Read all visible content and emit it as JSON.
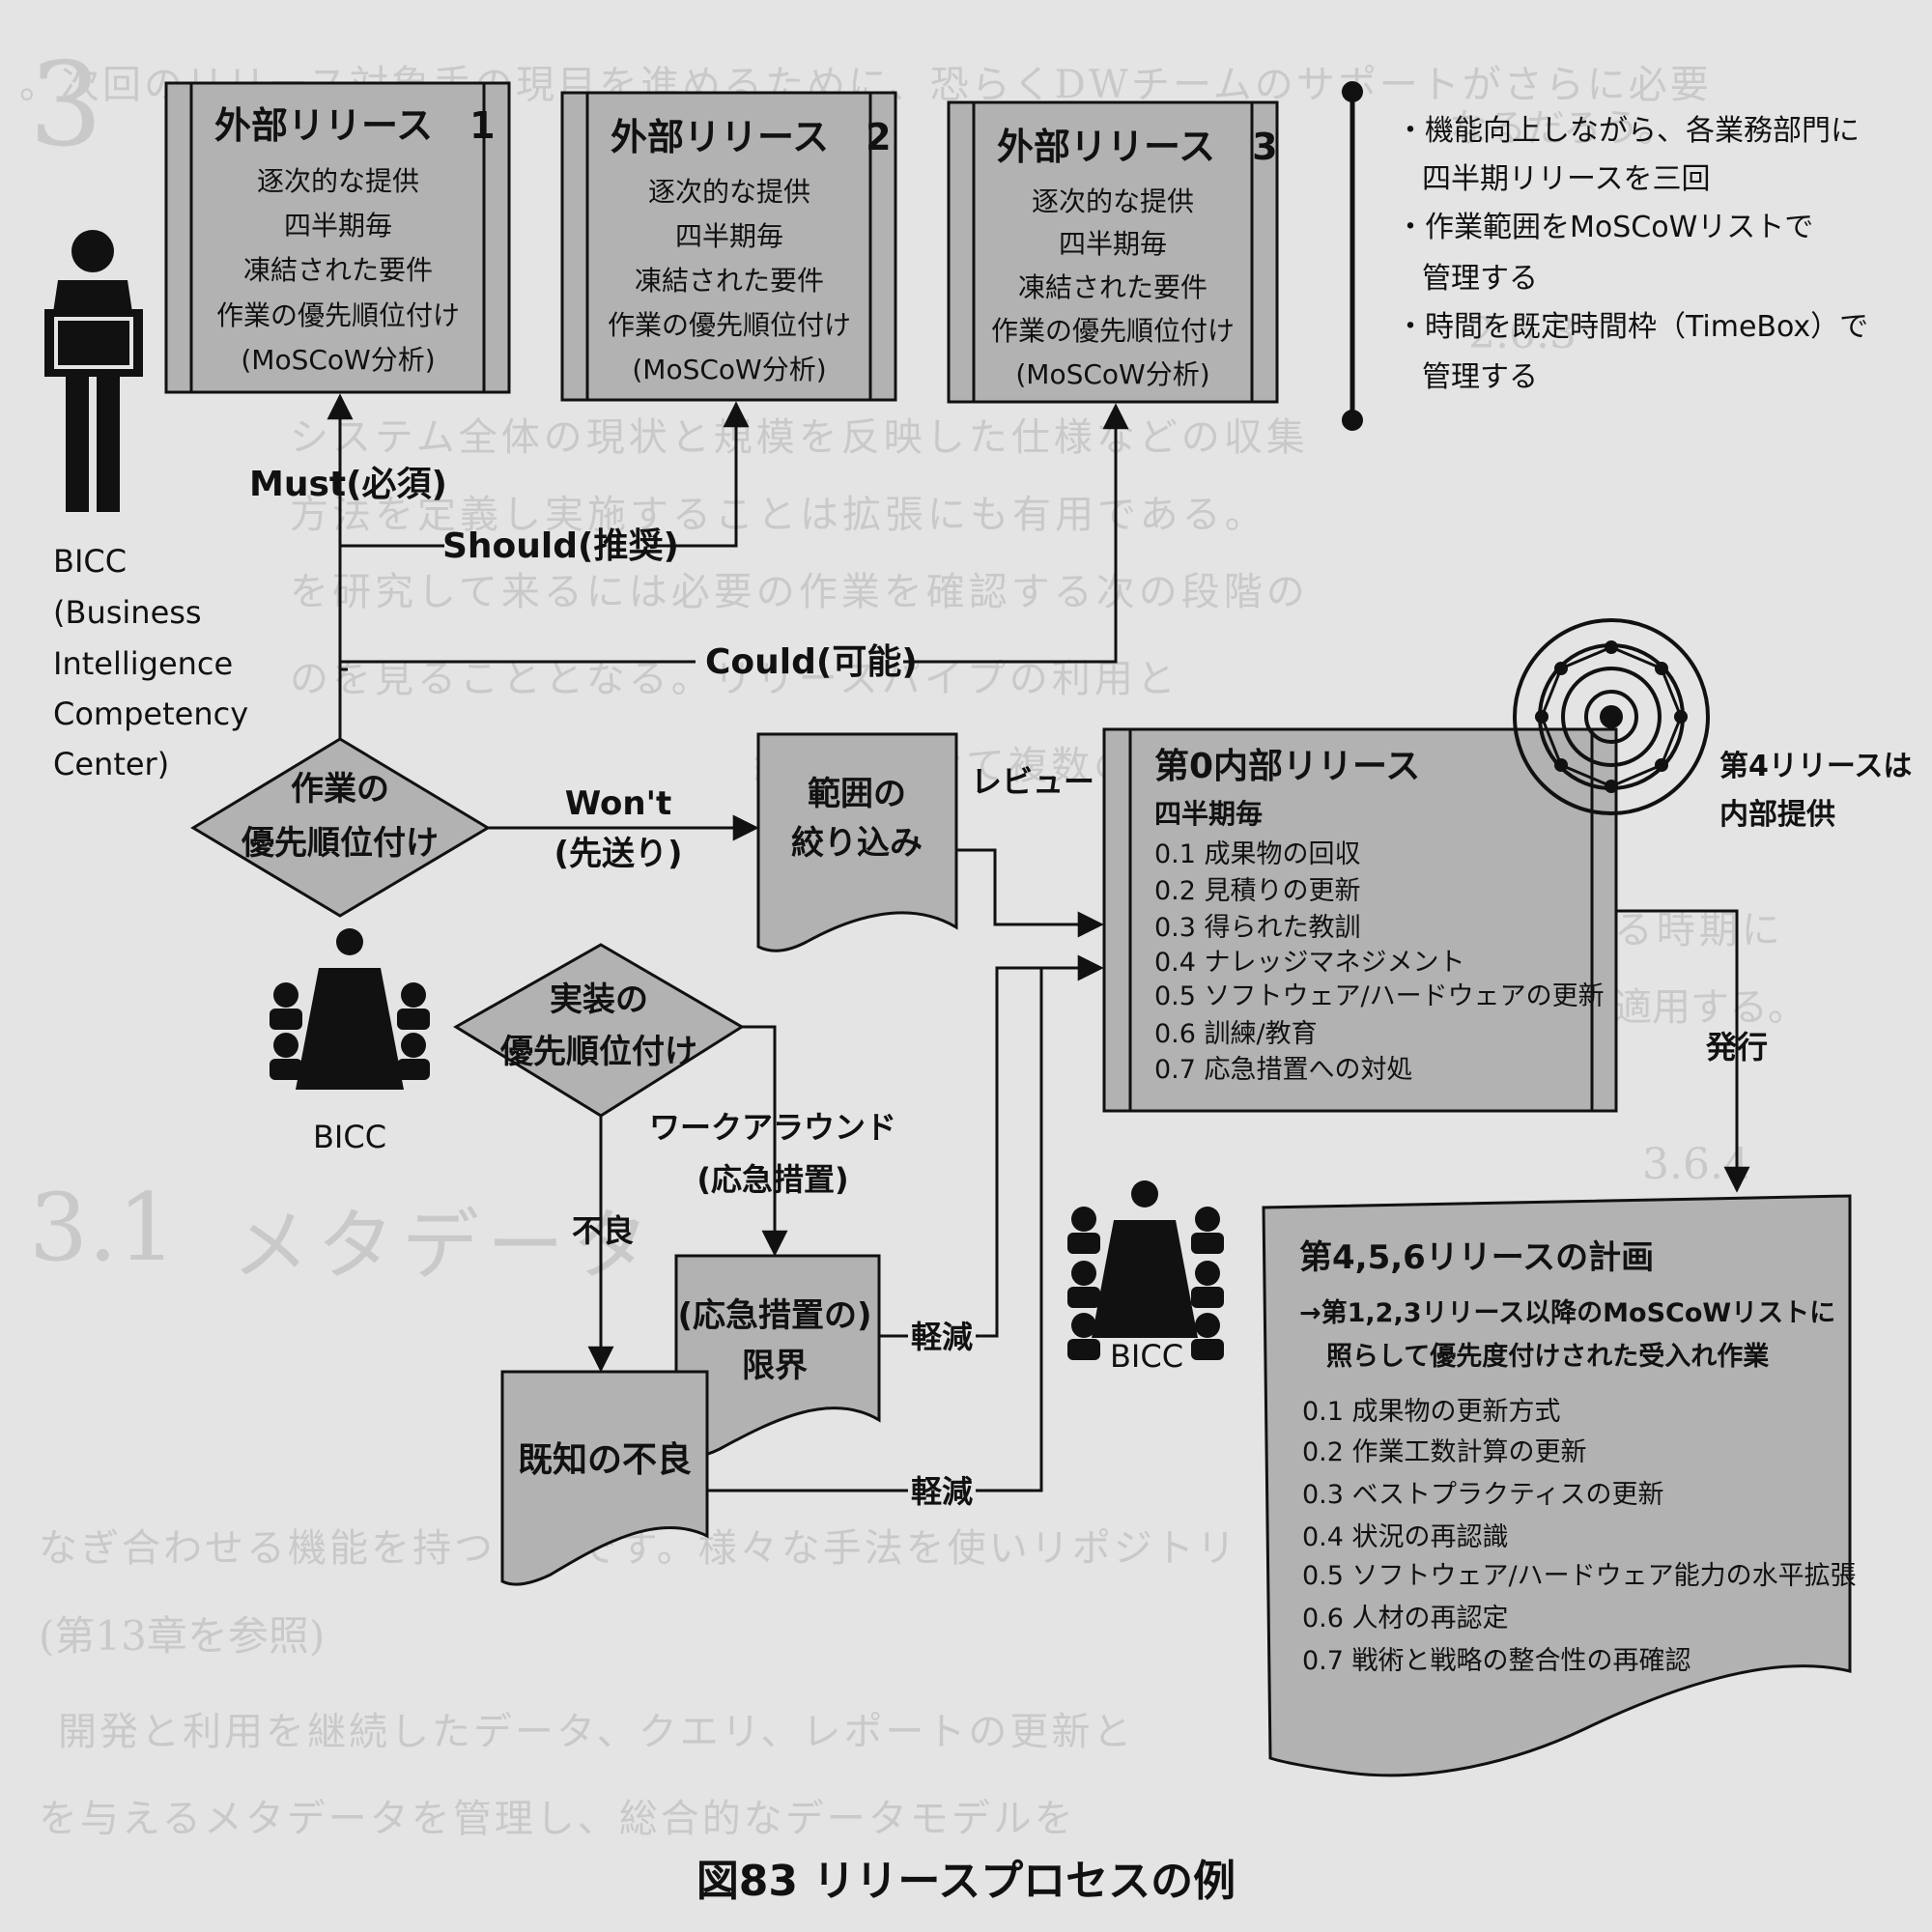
{
  "background_text": {
    "chapter_number": "3",
    "section_number": "3.1",
    "section_title": "メタデータ",
    "line_1": "。次回のリリース対象手の現目を進めるために、恐らくDWチームのサポートがさらに必要",
    "line_2": "なるだろう。",
    "heading_1": "2.6.3",
    "heading_2": "3.6.4",
    "lines": [
      "システム全体の現状と規模を反映した仕様などの収集",
      "方法を定義し実施することは拡張にも有用である。",
      "を研究して来るには必要の作業を確認する次の段階の",
      "のを見ることとなる。リリースパイプの利用と",
      "組み合わせて複数の内部リリースに",
      "いて明確に把握する時期に",
      "適用する。",
      "(第13章を参照)",
      "開発と利用を継続したデータ、クエリ、レポートの更新と",
      "を与えるメタデータを管理し、総合的なデータモデルを",
      "なぎ合わせる機能を持つことです。様々な手法を使いリポジトリ"
    ]
  },
  "ext_releases": [
    {
      "title": "外部リリース　1",
      "lines": [
        "逐次的な提供",
        "四半期毎",
        "凍結された要件",
        "作業の優先順位付け",
        "(MoSCoW分析)"
      ]
    },
    {
      "title": "外部リリース　2",
      "lines": [
        "逐次的な提供",
        "四半期毎",
        "凍結された要件",
        "作業の優先順位付け",
        "(MoSCoW分析)"
      ]
    },
    {
      "title": "外部リリース　3",
      "lines": [
        "逐次的な提供",
        "四半期毎",
        "凍結された要件",
        "作業の優先順位付け",
        "(MoSCoW分析)"
      ]
    }
  ],
  "bullets": [
    [
      "・機能向上しながら、各業務部門に",
      "四半期リリースを三回"
    ],
    [
      "・作業範囲をMoSCoWリストで",
      "管理する"
    ],
    [
      "・時間を既定時間枠（TimeBox）で",
      "管理する"
    ]
  ],
  "bicc_person_label": [
    "BICC",
    "(Business",
    "Intelligence",
    "Competency",
    "Center)"
  ],
  "flow_labels": {
    "must": "Must(必須)",
    "should": "Should(推奨)",
    "could": "Could(可能)",
    "wont": [
      "Won't",
      "(先送り)"
    ],
    "review": "レビュー",
    "workaround": [
      "ワークアラウンド",
      "(応急措置)"
    ],
    "defect": "不良",
    "mitigate_1": "軽減",
    "mitigate_2": "軽減",
    "issue": "発行"
  },
  "work_priority": [
    "作業の",
    "優先順位付け"
  ],
  "impl_priority": [
    "実装の",
    "優先順位付け"
  ],
  "scope": [
    "範囲の",
    "絞り込み"
  ],
  "bicc_team_1": "BICC",
  "bicc_team_2": "BICC",
  "internal_release": {
    "title": "第0内部リリース",
    "subtitle": "四半期毎",
    "items": [
      "0.1 成果物の回収",
      "0.2 見積りの更新",
      "0.3 得られた教訓",
      "0.4 ナレッジマネジメント",
      "0.5 ソフトウェア/ハードウェアの更新",
      "0.6 訓練/教育",
      "0.7 応急措置への対処"
    ]
  },
  "release4_note": [
    "第4リリースは",
    "内部提供"
  ],
  "limit": [
    "(応急措置の)",
    "限界"
  ],
  "known_defects": "既知の不良",
  "plan": {
    "title": "第4,5,6リリースの計画",
    "subtitle": [
      "→第1,2,3リリース以降のMoSCoWリストに",
      "照らして優先度付けされた受入れ作業"
    ],
    "items": [
      "0.1 成果物の更新方式",
      "0.2 作業工数計算の更新",
      "0.3 ベストプラクティスの更新",
      "0.4 状況の再認識",
      "0.5 ソフトウェア/ハードウェア能力の水平拡張",
      "0.6 人材の再認定",
      "0.7 戦術と戦略の整合性の再確認"
    ]
  },
  "caption": "図83 リリースプロセスの例"
}
